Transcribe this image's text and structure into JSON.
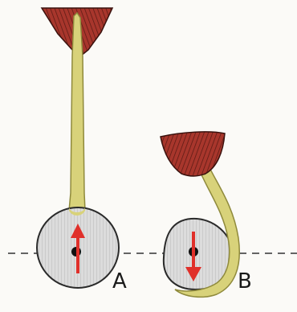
{
  "labels": {
    "a": "A",
    "b": "B"
  },
  "colors": {
    "muscle": "#a8362c",
    "muscle_dark": "#5a1a14",
    "tendon": "#d8d27a",
    "tendon_edge": "#8f8a3c",
    "body": "#d8d8d8",
    "body_edge": "#2a2a2a",
    "arrow": "#e0302a",
    "baseline": "#333333"
  },
  "icons": {
    "arrow_a": "arrow-up",
    "arrow_b": "arrow-down"
  }
}
